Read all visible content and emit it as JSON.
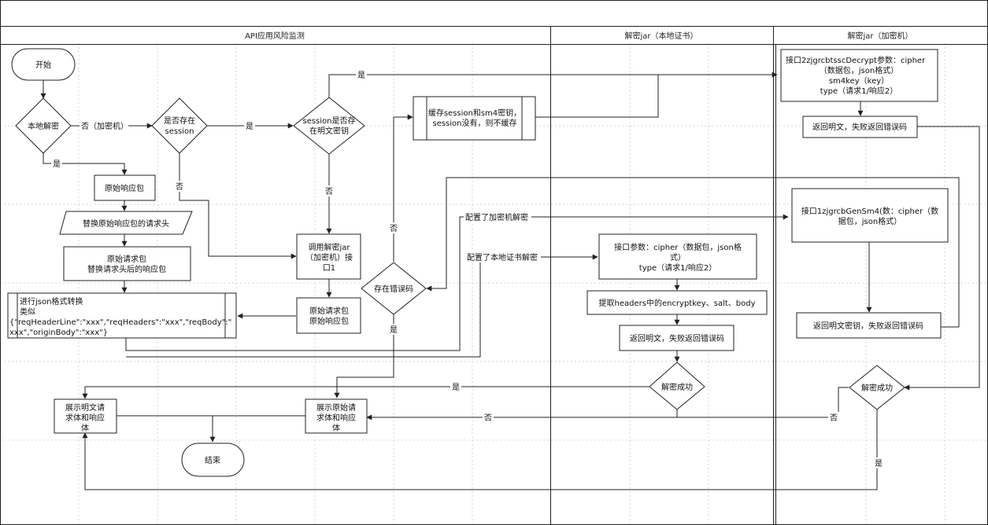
{
  "lanes": {
    "api": "API应用风险监测",
    "local": "解密jar（本地证书）",
    "hsm": "解密jar（加密机）"
  },
  "nodes": {
    "start": "开始",
    "local_decrypt": "本地解密",
    "has_session": [
      "是否存在",
      "session"
    ],
    "session_plain_key": [
      "session是否存",
      "在明文密钥"
    ],
    "cache_session": [
      "缓存session和sm4密钥，",
      "session没有，则不缓存"
    ],
    "raw_response": "原始响应包",
    "replace_header": "替换原始响应包的请求头",
    "raw_request": [
      "原始请求包",
      "替换请求头后的响应包"
    ],
    "call_decrypt": [
      "调用解密jar",
      "（加密机）接",
      "口1"
    ],
    "has_error_code": "存在错误码",
    "json_convert": [
      "进行json格式转换",
      "类似",
      "{\"reqHeaderLine\":\"xxx\",\"reqHeaders\":\"xxx\",\"reqBody\":\"",
      "xxx\",\"originBody\":\"xxx\"}"
    ],
    "raw_req_resp": [
      "原始请求包",
      "原始响应包"
    ],
    "show_plain": [
      "展示明文请",
      "求体和响应",
      "体"
    ],
    "show_raw": [
      "展示原始请",
      "求体和响应",
      "体"
    ],
    "end": "结束",
    "local_iface": [
      "接口参数：cipher（数据包，json格",
      "式）",
      "type（请求1/响应2）"
    ],
    "extract_headers": "提取headers中的encryptkey、salt、body",
    "local_return": "返回明文，失败返回错误码",
    "local_success": "解密成功",
    "hsm_iface2": [
      "接口2zjgrcbtsscDecrypt参数：cipher",
      "（数据包，json格式）",
      "sm4key（key）",
      "type（请求1/响应2）"
    ],
    "hsm_return_plain": "返回明文，失败返回错误码",
    "hsm_iface1": [
      "接口1zjgrcbGenSm4(数：cipher（数",
      "据包，json格式）"
    ],
    "hsm_return_key": "返回明文密钥，失败返回错误码",
    "hsm_success": "解密成功"
  },
  "edge_labels": {
    "no_hsm": "否（加密机）",
    "yes1": "是",
    "yes2": "是",
    "yes_top": "是",
    "no1": "否",
    "no2": "否",
    "no3": "否",
    "yes_err": "是",
    "cfg_hsm": "配置了加密机解密",
    "cfg_local": "配置了本地证书解密",
    "yes_local_ok": "是",
    "no_local_fail": "否",
    "no_hsm_fail": "否",
    "yes_hsm_ok": "是"
  }
}
